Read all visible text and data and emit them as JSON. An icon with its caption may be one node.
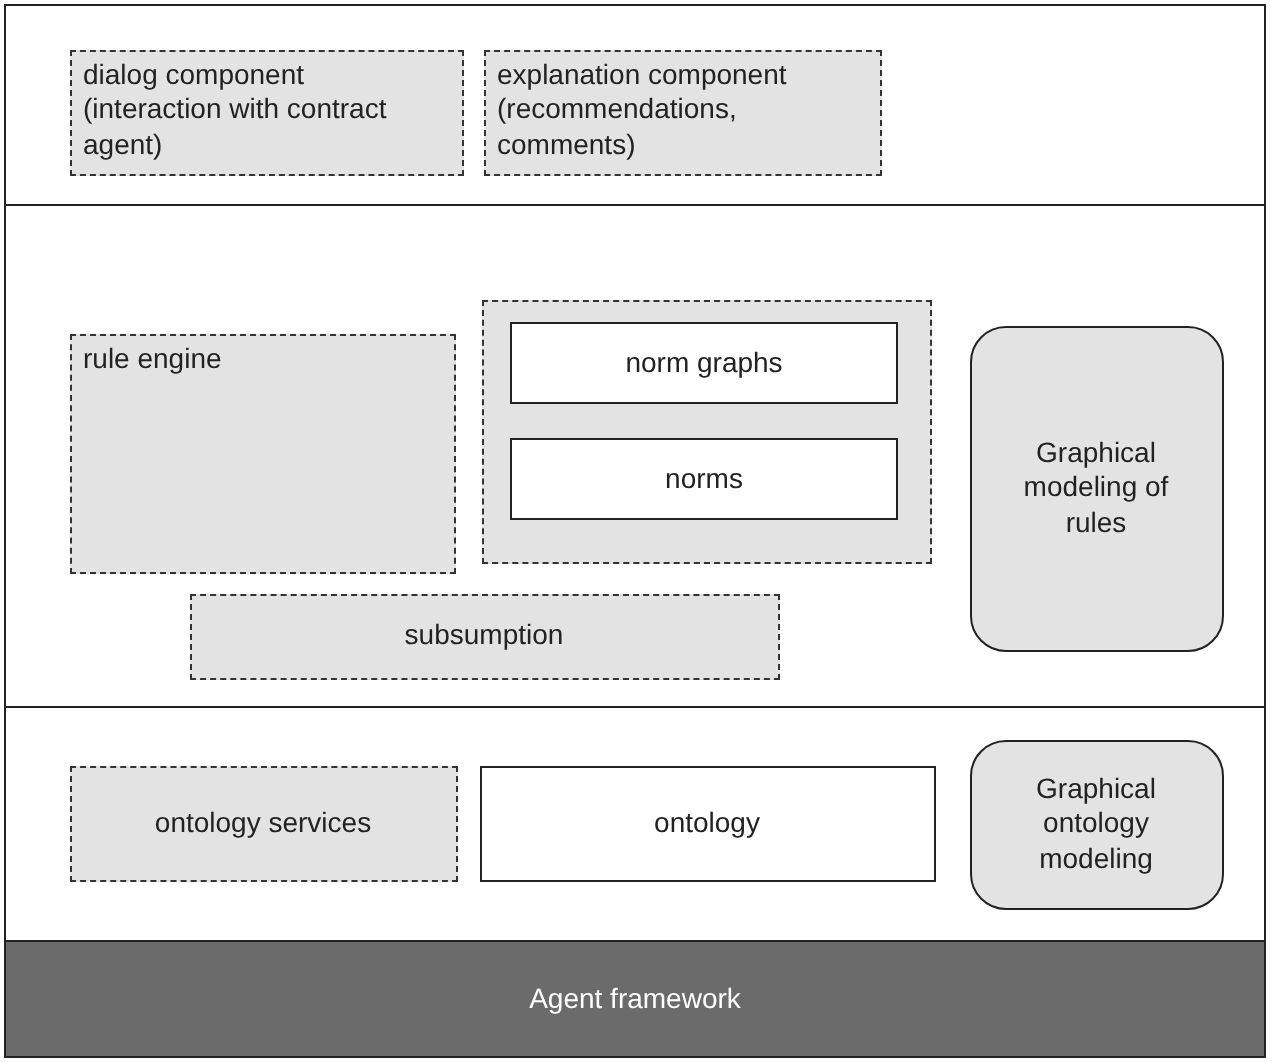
{
  "diagram": {
    "nodes": [
      {
        "text": [],
        "shape": "box"
      },
      {
        "text": [
          "dialog component (interaction with contract agent)"
        ],
        "in": 0
      },
      {
        "text": [
          "explanation component (recommendations, comments)"
        ],
        "in": 0
      },
      {
        "text": [],
        "shape": "box"
      },
      {
        "text": [
          "rule engine"
        ],
        "in": 3
      },
      {
        "text": [],
        "shape": "box",
        "in": 3
      },
      {
        "text": [
          "norm graphs"
        ],
        "in": 5
      },
      {
        "text": [
          "norms"
        ],
        "in": 5
      },
      {
        "text": [
          "Graphical modeling of rules"
        ],
        "in": 3
      },
      {
        "text": [
          "subsumption"
        ],
        "in": 3
      },
      {
        "text": [],
        "shape": "box"
      },
      {
        "text": [
          "ontology services"
        ],
        "in": 10
      },
      {
        "text": [
          "ontology"
        ],
        "in": 10
      },
      {
        "text": [
          "Graphical ontology modeling"
        ],
        "in": 10
      },
      {
        "text": [
          "Agent framework"
        ]
      }
    ]
  }
}
